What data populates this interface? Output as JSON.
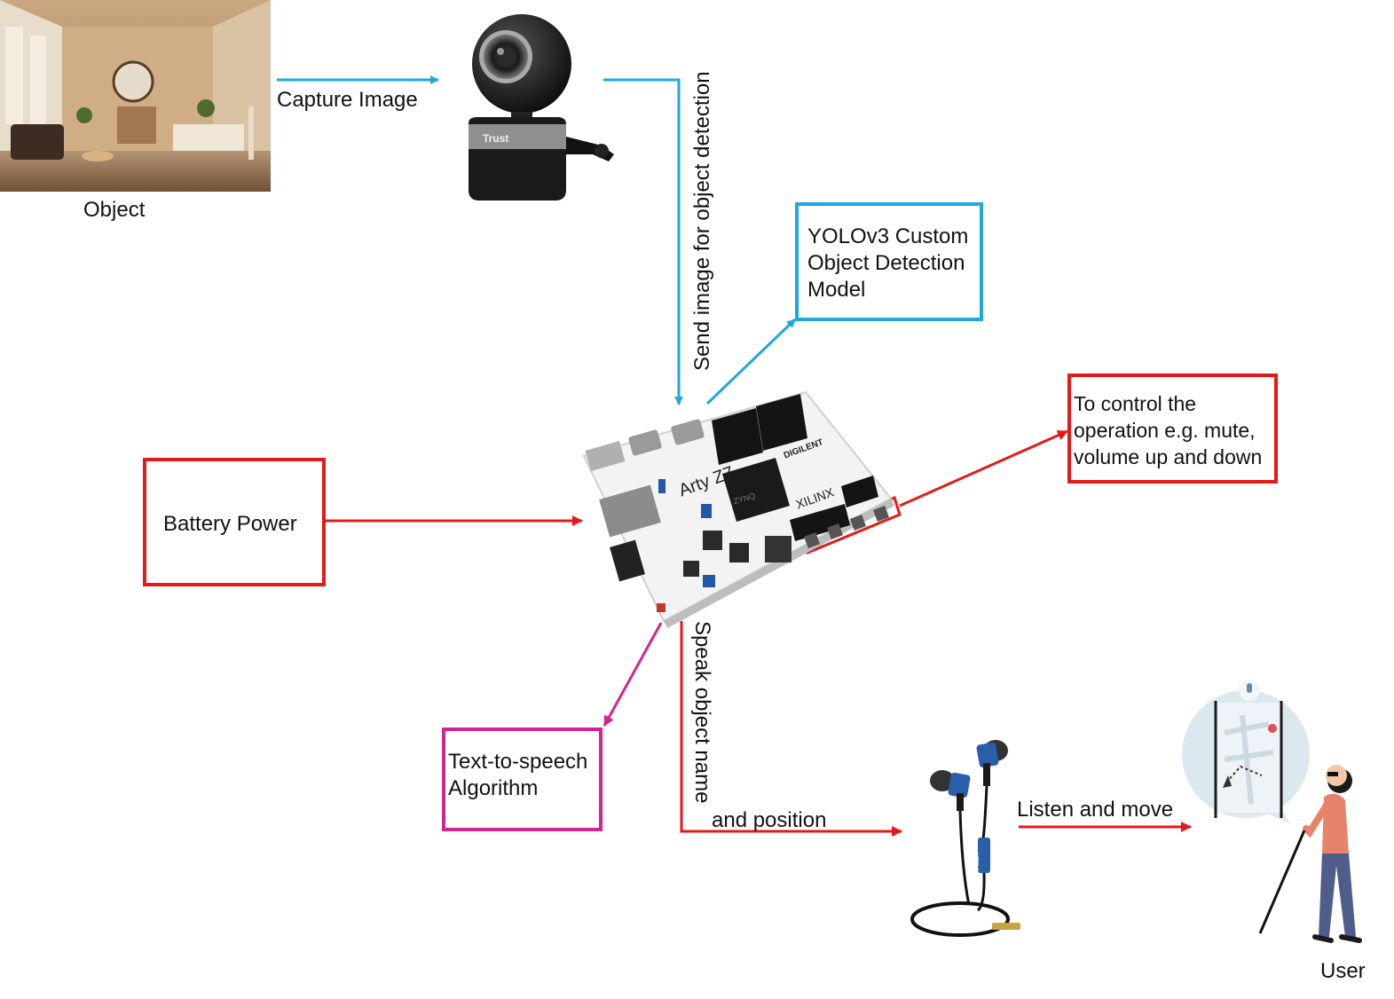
{
  "labels": {
    "object": "Object",
    "capture_image": "Capture Image",
    "send_image": "Send image for object detection",
    "battery_power": "Battery Power",
    "yolo_model": "YOLOv3 Custom\nObject Detection\nModel",
    "control": "To control the\noperation e.g. mute,\nvolume up and down",
    "tts": "Text-to-speech\nAlgorithm",
    "speak": "Speak object name",
    "and_position": "and position",
    "listen_move": "Listen and move",
    "user": "User"
  },
  "board": {
    "name": "Arty Z7",
    "brand": "DIGILENT",
    "vendor": "XILINX"
  },
  "webcam": {
    "brand": "Trust"
  },
  "earphones": {
    "brand": "XTRA"
  },
  "colors": {
    "blue": "#1fa8dc",
    "red": "#e41a1a",
    "magenta": "#d4248f"
  }
}
